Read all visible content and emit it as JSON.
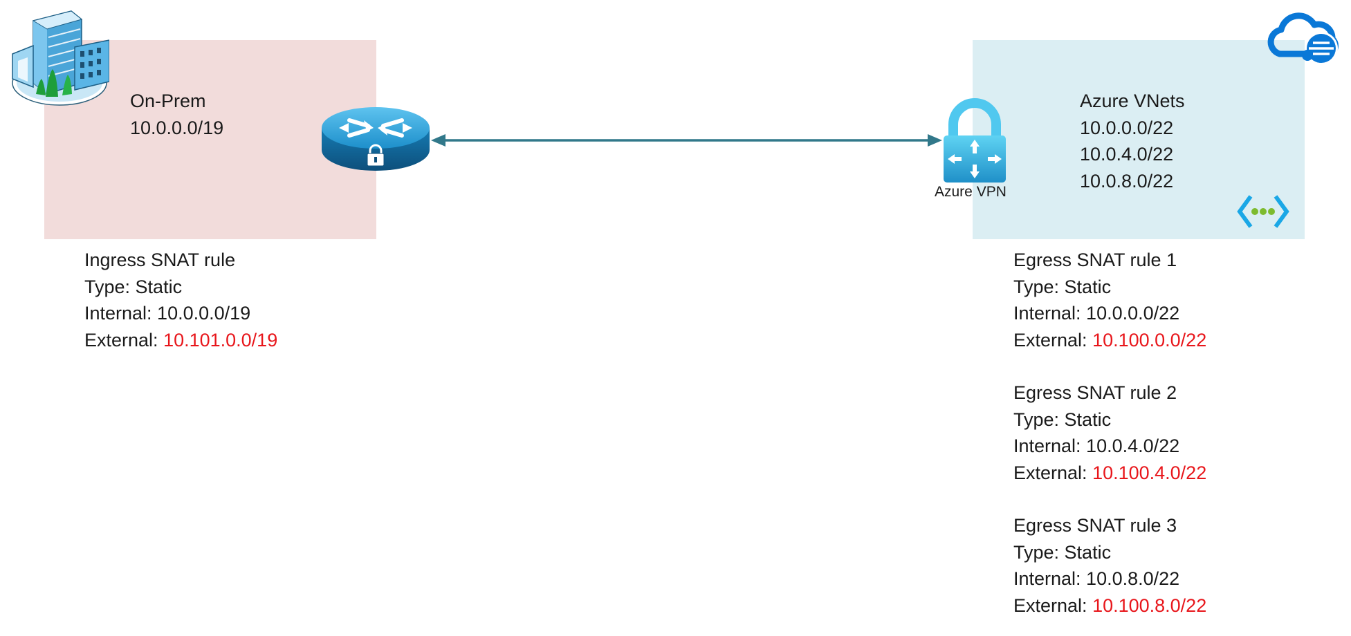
{
  "colors": {
    "onprem_zone": "#f2dcdb",
    "azure_zone": "#dbeef3",
    "connector": "#31788a",
    "external_highlight": "#e8161b"
  },
  "icons": {
    "building": "building-icon",
    "router": "router-lock-icon",
    "vpn": "azure-vpn-gateway-icon",
    "cloud": "azure-cloud-icon",
    "vnet": "vnet-icon"
  },
  "onprem": {
    "title": "On-Prem",
    "cidr": "10.0.0.0/19"
  },
  "azure": {
    "title": "Azure VNets",
    "cidrs": [
      "10.0.0.0/22",
      "10.0.4.0/22",
      "10.0.8.0/22"
    ],
    "vpn_label": "Azure VPN"
  },
  "ingress_rule": {
    "title": "Ingress SNAT rule",
    "type": "Type: Static",
    "internal": "Internal: 10.0.0.0/19",
    "external_label": "External: ",
    "external_value": "10.101.0.0/19"
  },
  "egress_rules": [
    {
      "title": "Egress SNAT rule 1",
      "type": "Type: Static",
      "internal": "Internal: 10.0.0.0/22",
      "external_label": "External: ",
      "external_value": "10.100.0.0/22"
    },
    {
      "title": "Egress SNAT rule 2",
      "type": "Type: Static",
      "internal": "Internal: 10.0.4.0/22",
      "external_label": "External: ",
      "external_value": "10.100.4.0/22"
    },
    {
      "title": "Egress SNAT rule 3",
      "type": "Type: Static",
      "internal": "Internal: 10.0.8.0/22",
      "external_label": "External: ",
      "external_value": "10.100.8.0/22"
    }
  ]
}
